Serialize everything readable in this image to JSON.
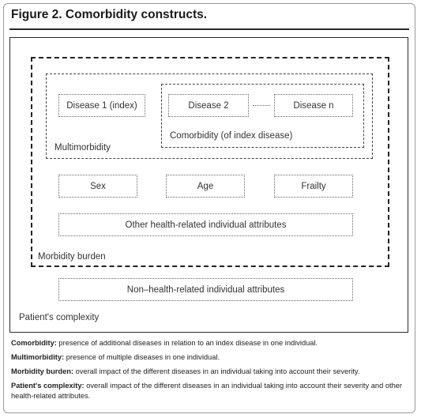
{
  "figure": {
    "title": "Figure 2. Comorbidity constructs."
  },
  "diagram": {
    "patients_complexity_label": "Patient's complexity",
    "morbidity_burden_label": "Morbidity burden",
    "multimorbidity_label": "Multimorbidity",
    "comorbidity_label": "Comorbidity (of index disease)",
    "disease_index": "Disease 1 (index)",
    "disease_2": "Disease 2",
    "disease_n": "Disease n",
    "sex": "Sex",
    "age": "Age",
    "frailty": "Frailty",
    "other_health_attributes": "Other health-related individual attributes",
    "non_health_attributes": "Non–health-related individual attributes"
  },
  "definitions": [
    {
      "term": "Comorbidity:",
      "text": " presence of additional diseases in relation to an index disease in one individual."
    },
    {
      "term": "Multimorbidity:",
      "text": " presence of multiple diseases in one individual."
    },
    {
      "term": "Morbidity burden:",
      "text": " overall impact of the different diseases in an individual taking into account their severity."
    },
    {
      "term": "Patient's complexity:",
      "text": " overall impact of the different diseases in an individual taking into account their severity and other health-related attributes."
    }
  ]
}
